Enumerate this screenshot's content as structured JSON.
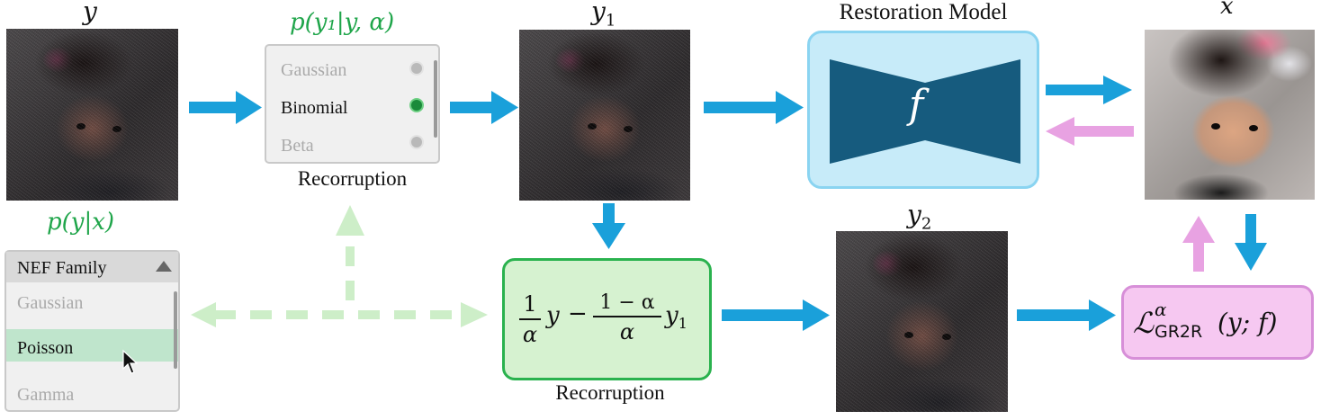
{
  "labels": {
    "y": "y",
    "y1": "y",
    "y1_sub": "1",
    "y2": "y",
    "y2_sub": "2",
    "x_hat": "x̂",
    "restoration_model": "Restoration Model",
    "f": "f",
    "recorruption_top": "Recorruption",
    "recorruption_bottom": "Recorruption",
    "p_y1": "p(y₁|y, α)",
    "p_y_x": "p(y|x)"
  },
  "top_selector": {
    "options": [
      {
        "label": "Gaussian",
        "selected": false
      },
      {
        "label": "Binomial",
        "selected": true
      },
      {
        "label": "Beta",
        "selected": false
      }
    ]
  },
  "nef_selector": {
    "title": "NEF Family",
    "options": [
      {
        "label": "Gaussian",
        "selected": false
      },
      {
        "label": "Poisson",
        "selected": true
      },
      {
        "label": "Gamma",
        "selected": false
      }
    ]
  },
  "formula": {
    "frac1_num": "1",
    "frac1_den": "α",
    "term1_var": "y",
    "minus": "−",
    "frac2_num": "1 − α",
    "frac2_den": "α",
    "term2_var": "y",
    "term2_sub": "1"
  },
  "loss": {
    "symbol": "ℒ",
    "superscript": "α",
    "subscript": "GR2R",
    "args": "(y; f)"
  },
  "colors": {
    "blue_arrow": "#1aa0da",
    "pink_arrow": "#e8a2e2",
    "light_green_arrow": "#cdeec8",
    "green_text": "#1fa54a"
  }
}
